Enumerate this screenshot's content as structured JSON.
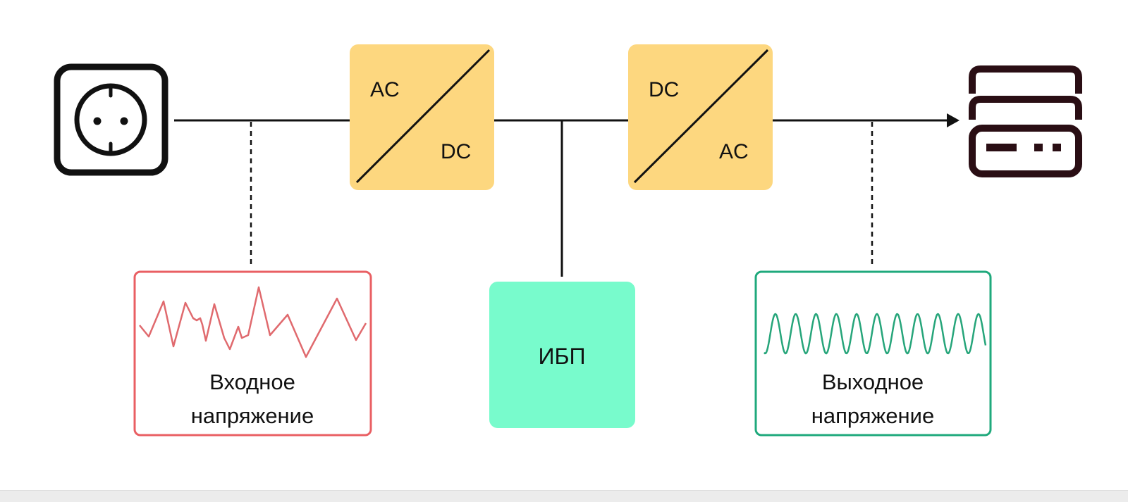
{
  "colors": {
    "converter_fill": "#fdd77f",
    "ups_fill": "#78fbcc",
    "input_frame": "#e95f63",
    "input_wave": "#e06a6e",
    "output_frame": "#1fa97c",
    "output_wave": "#26a57a",
    "line": "#111111",
    "device_icon": "#2a0e14"
  },
  "icons": {
    "source": "power-socket-icon",
    "load": "server-stack-icon"
  },
  "rectifier": {
    "top_label": "AC",
    "bottom_label": "DC"
  },
  "inverter": {
    "top_label": "DC",
    "bottom_label": "AC"
  },
  "ups": {
    "label": "ИБП"
  },
  "input_panel": {
    "caption_line1": "Входное",
    "caption_line2": "напряжение"
  },
  "output_panel": {
    "caption_line1": "Выходное",
    "caption_line2": "напряжение"
  }
}
